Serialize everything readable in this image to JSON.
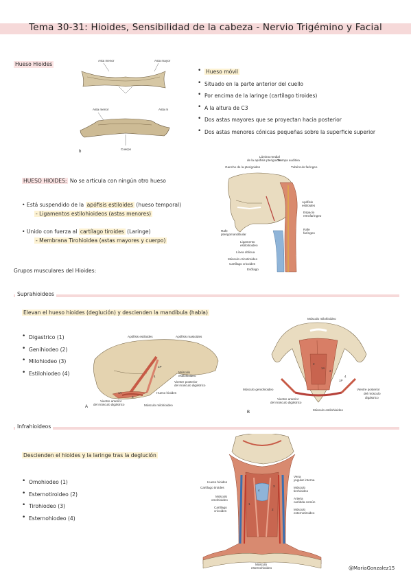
{
  "title": "Tema 30-31: Hioides, Sensibilidad de la cabeza - Nervio Trigémino y Facial",
  "hueso_hioides": {
    "heading": "Hueso Hioides",
    "bullets": [
      "Hueso móvil",
      "Situado en la parte anterior del cuello",
      "Por encima de la laringe (cartílago tiroides)",
      "A la altura de C3",
      "Dos astas mayores que se proyectan hacia posterior",
      "Dos astas menores cónicas pequeñas sobre la superficie superior"
    ],
    "fig_top_labels": [
      "Asta menor",
      "Asta mayor"
    ],
    "fig_bottom_labels": [
      "Asta menor",
      "Asta m",
      "Cuerpo"
    ],
    "fig_letter": "b"
  },
  "articulation": {
    "title_hl": "HUESO HIOIDES:",
    "title_rest": " No se articula con ningún otro hueso",
    "item1_a": "Está suspendido de la ",
    "item1_hl": "apófisis estiloides",
    "item1_b": " (hueso temporal)",
    "item1_sub": "- Ligamentos estilohioideos (astas menores)",
    "item2_a": "Unido con fuerza al ",
    "item2_hl": "cartílago tiroides",
    "item2_b": " (Laringe)",
    "item2_sub": "- Membrana Tirohioidea (astas mayores y cuerpo)"
  },
  "skull_fig": {
    "labels_top": [
      "Lámina medial",
      "de la apófisis pterigoides",
      "Trompa auditiva",
      "Gancho de la pterigoides",
      "Tubérculo faríngeo"
    ],
    "labels_right": [
      "Apófisis",
      "estiloides",
      "Espacio",
      "retrofaríngeo",
      "Rafe",
      "faríngeo"
    ],
    "labels_left": [
      "Rafe",
      "pterigomandibular",
      "Ligamento",
      "estilohioideo",
      "Línea oblicua",
      "Músculo cricotiroideo",
      "Cartílago cricoides",
      "Esófago"
    ]
  },
  "grupos": "Grupos musculares del Hioides:",
  "suprahioideos": {
    "heading": "Suprahioideos",
    "desc": "Elevan el hueso hioides (deglución) y descienden la mandíbula (habla)",
    "items": [
      "Digastrico (1)",
      "Genihiodeo (2)",
      "Milohiodeo (3)",
      "Estilohiodeo (4)"
    ],
    "figA": {
      "labels": [
        "Apófisis estiloides",
        "Apófisis mastoides",
        "Músculo",
        "estilohioideo",
        "Vientre posterior",
        "del músculo digástrico",
        "Hueso hioides",
        "Vientre anterior",
        "del músculo digástrico",
        "Músculo milohioideo",
        "1A",
        "1P",
        "4",
        "3"
      ],
      "letter": "A"
    },
    "figB": {
      "labels": [
        "Músculo milohioideo",
        "Músculo geniohioideo",
        "Vientre anterior",
        "del músculo digástrico",
        "Vientre posterior",
        "del músculo",
        "digástrico",
        "Músculo estilohioideo",
        "2",
        "1A",
        "3",
        "1P",
        "4"
      ],
      "letter": "B"
    }
  },
  "infrahioideos": {
    "heading": "Infrahioideos",
    "desc": "Descienden el hioides y la laringe tras la deglución",
    "items": [
      "Omohiodeo (1)",
      "Esternotiroideo (2)",
      "Tirohiodeo (3)",
      "Esternohiodeo (4)"
    ],
    "fig": {
      "labels_left": [
        "Hueso hioides",
        "Cartílago tiroides",
        "Músculo",
        "omohioideo",
        "Cartílago",
        "cricoides"
      ],
      "labels_right": [
        "Vena",
        "yugular interna",
        "Músculo",
        "tirohioideo",
        "Arteria",
        "carótida común",
        "Músculo",
        "esternotiroideo"
      ],
      "labels_bottom": [
        "Músculo",
        "esternohioideo"
      ],
      "numbers": [
        "4",
        "3",
        "1",
        "2"
      ]
    }
  },
  "signature": "@MariaGonzalez15",
  "colors": {
    "pink_highlight": "#f6d9d9",
    "yellow_highlight": "#fdf2d2",
    "muscle": "#d4765e",
    "bone": "#e9dcc0"
  }
}
